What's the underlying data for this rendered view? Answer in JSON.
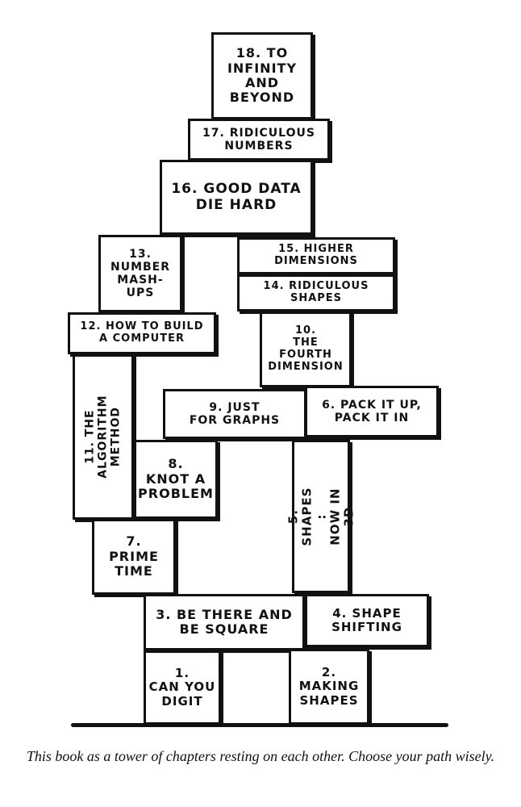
{
  "chapters": {
    "c1": "1.\nCan you\nDigit",
    "c2": "2.\nMaking\nShapes",
    "c3": "3. Be there and\nbe square",
    "c4": "4. Shape\nShifting",
    "c5": "5. Shapes :\nNow in 3D",
    "c6": "6. Pack it up,\nPack it in",
    "c7": "7.\nPrime\nTime",
    "c8": "8.\nKnot a\nProblem",
    "c9": "9. Just\nfor graphs",
    "c10": "10.\nThe\nFourth\nDimension",
    "c11": "11. The\nAlgorithm\nMethod",
    "c12": "12. How to build\na computer",
    "c13": "13.\nNumber\nMash-\nups",
    "c14": "14. Ridiculous\nShapes",
    "c15": "15. Higher\nDimensions",
    "c16": "16. Good data\ndie hard",
    "c17": "17. Ridiculous\nNumbers",
    "c18": "18. To\nInfinity\nand\nBeyond"
  },
  "caption": "This book as a tower of chapters resting on each other. Choose your path wisely."
}
